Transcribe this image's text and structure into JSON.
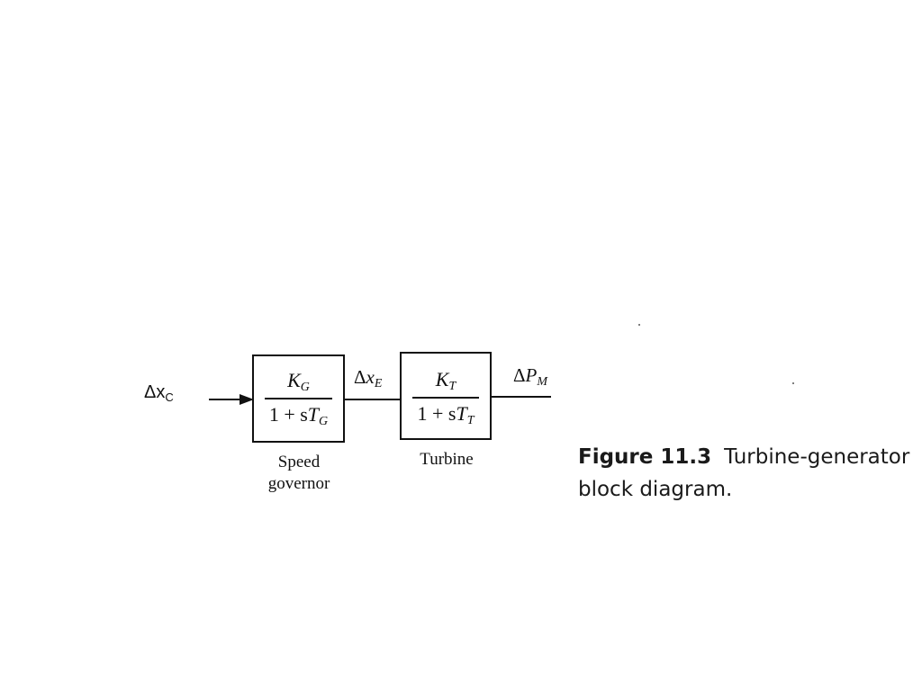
{
  "diagram": {
    "input_signal": {
      "symbol": "Δx",
      "subscript": "C"
    },
    "blocks": [
      {
        "numerator": {
          "symbol": "K",
          "subscript": "G"
        },
        "denominator": {
          "prefix": "1 + s",
          "symbol": "T",
          "subscript": "G"
        },
        "label_line1": "Speed",
        "label_line2": "governor"
      },
      {
        "numerator": {
          "symbol": "K",
          "subscript": "T"
        },
        "denominator": {
          "prefix": "1 + s",
          "symbol": "T",
          "subscript": "T"
        },
        "label_line1": "Turbine",
        "label_line2": ""
      }
    ],
    "intermediate_signal": {
      "delta": "Δ",
      "symbol": "x",
      "subscript": "E"
    },
    "output_signal": {
      "delta": "Δ",
      "symbol": "P",
      "subscript": "M"
    }
  },
  "caption": {
    "figure_number": "Figure 11.3",
    "text_line1": "Turbine-generator",
    "text_line2": "block diagram."
  }
}
